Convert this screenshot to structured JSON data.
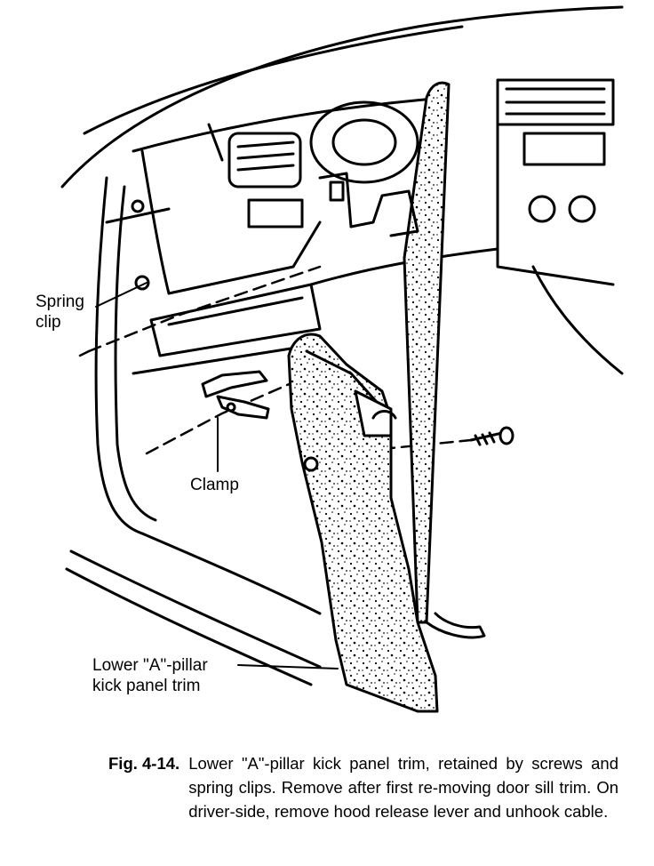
{
  "labels": {
    "spring_clip_line1": "Spring",
    "spring_clip_line2": "clip",
    "clamp": "Clamp",
    "kick_panel_line1": "Lower \"A\"-pillar",
    "kick_panel_line2": "kick panel trim"
  },
  "caption": {
    "figure_number": "Fig. 4-14.",
    "text": "Lower \"A\"-pillar kick panel trim, retained by screws and spring clips. Remove after first re-moving door sill trim. On driver-side, remove hood release lever and unhook cable."
  },
  "colors": {
    "ink": "#000000",
    "paper": "#ffffff"
  }
}
